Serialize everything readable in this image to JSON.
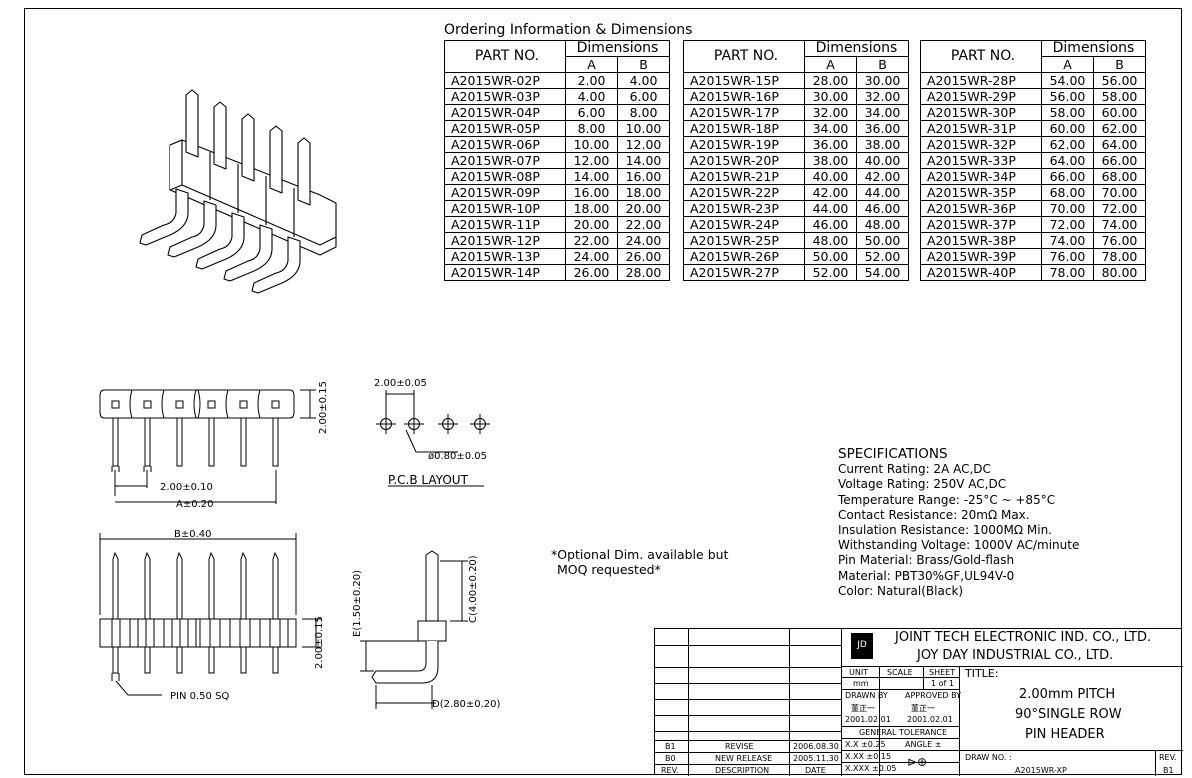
{
  "ordering": {
    "title": "Ordering Information & Dimensions",
    "col_part": "PART NO.",
    "col_dims": "Dimensions",
    "col_a": "A",
    "col_b": "B",
    "rows": [
      [
        "A2015WR-02P",
        "2.00",
        "4.00"
      ],
      [
        "A2015WR-03P",
        "4.00",
        "6.00"
      ],
      [
        "A2015WR-04P",
        "6.00",
        "8.00"
      ],
      [
        "A2015WR-05P",
        "8.00",
        "10.00"
      ],
      [
        "A2015WR-06P",
        "10.00",
        "12.00"
      ],
      [
        "A2015WR-07P",
        "12.00",
        "14.00"
      ],
      [
        "A2015WR-08P",
        "14.00",
        "16.00"
      ],
      [
        "A2015WR-09P",
        "16.00",
        "18.00"
      ],
      [
        "A2015WR-10P",
        "18.00",
        "20.00"
      ],
      [
        "A2015WR-11P",
        "20.00",
        "22.00"
      ],
      [
        "A2015WR-12P",
        "22.00",
        "24.00"
      ],
      [
        "A2015WR-13P",
        "24.00",
        "26.00"
      ],
      [
        "A2015WR-14P",
        "26.00",
        "28.00"
      ],
      [
        "A2015WR-15P",
        "28.00",
        "30.00"
      ],
      [
        "A2015WR-16P",
        "30.00",
        "32.00"
      ],
      [
        "A2015WR-17P",
        "32.00",
        "34.00"
      ],
      [
        "A2015WR-18P",
        "34.00",
        "36.00"
      ],
      [
        "A2015WR-19P",
        "36.00",
        "38.00"
      ],
      [
        "A2015WR-20P",
        "38.00",
        "40.00"
      ],
      [
        "A2015WR-21P",
        "40.00",
        "42.00"
      ],
      [
        "A2015WR-22P",
        "42.00",
        "44.00"
      ],
      [
        "A2015WR-23P",
        "44.00",
        "46.00"
      ],
      [
        "A2015WR-24P",
        "46.00",
        "48.00"
      ],
      [
        "A2015WR-25P",
        "48.00",
        "50.00"
      ],
      [
        "A2015WR-26P",
        "50.00",
        "52.00"
      ],
      [
        "A2015WR-27P",
        "52.00",
        "54.00"
      ],
      [
        "A2015WR-28P",
        "54.00",
        "56.00"
      ],
      [
        "A2015WR-29P",
        "56.00",
        "58.00"
      ],
      [
        "A2015WR-30P",
        "58.00",
        "60.00"
      ],
      [
        "A2015WR-31P",
        "60.00",
        "62.00"
      ],
      [
        "A2015WR-32P",
        "62.00",
        "64.00"
      ],
      [
        "A2015WR-33P",
        "64.00",
        "66.00"
      ],
      [
        "A2015WR-34P",
        "66.00",
        "68.00"
      ],
      [
        "A2015WR-35P",
        "68.00",
        "70.00"
      ],
      [
        "A2015WR-36P",
        "70.00",
        "72.00"
      ],
      [
        "A2015WR-37P",
        "72.00",
        "74.00"
      ],
      [
        "A2015WR-38P",
        "74.00",
        "76.00"
      ],
      [
        "A2015WR-39P",
        "76.00",
        "78.00"
      ],
      [
        "A2015WR-40P",
        "78.00",
        "80.00"
      ]
    ]
  },
  "dims": {
    "h015_top": "2.00±0.15",
    "pitch_pcb": "2.00±0.05",
    "hole": "ø0.80±0.05",
    "pcb_label": "P.C.B LAYOUT",
    "pitch_010": "2.00±0.10",
    "a_tol": "A±0.20",
    "b_tol": "B±0.40",
    "h015_side": "2.00±0.15",
    "pin_sq": "PIN 0.50 SQ",
    "e_dim": "E(1.50±0.20)",
    "c_dim": "C(4.00±0.20)",
    "d_dim": "D(2.80±0.20)"
  },
  "optional_note": [
    "*Optional Dim. available but",
    "MOQ requested*"
  ],
  "specs": {
    "title": "SPECIFICATIONS",
    "lines": [
      "Current Rating: 2A AC,DC",
      "Voltage Rating: 250V AC,DC",
      "Temperature Range: -25°C ~ +85°C",
      "Contact Resistance: 20mΩ Max.",
      "Insulation Resistance: 1000MΩ Min.",
      "Withstanding Voltage: 1000V AC/minute",
      "Pin Material: Brass/Gold-flash",
      "Material: PBT30%GF,UL94V-0",
      "Color: Natural(Black)"
    ]
  },
  "titleblock": {
    "company1": "JOINT TECH ELECTRONIC IND. CO., LTD.",
    "company2": "JOY DAY INDUSTRIAL CO., LTD.",
    "logo_text": "JD",
    "unit": "UNIT",
    "unit_val": "mm",
    "scale": "SCALE",
    "sheet": "SHEET",
    "sheet_val": "1 of 1",
    "title_label": "TITLE:",
    "title_lines": [
      "2.00mm PITCH",
      "90°SINGLE ROW",
      "PIN HEADER"
    ],
    "drawn_by": "DRAWN BY",
    "approved_by": "APPROVED BY",
    "drawn_name": "董正一",
    "approved_name": "董正一",
    "drawn_date": "2001.02.01",
    "approved_date": "2001.02.01",
    "general_tol": "GENERAL TOLERANCE",
    "tol1": "X.X ±0.25",
    "tol2": "X.XX ±0.15",
    "tol3": "X.XXX ±0.05",
    "angle": "ANGLE ±",
    "drawn_no_label": "DRAW NO. :",
    "drawn_no": "A2015WR-XP",
    "rev_label": "REV.",
    "rev_val": "B1",
    "revisions": [
      {
        "rev": "B1",
        "desc": "REVISE",
        "date": "2006.08.30"
      },
      {
        "rev": "B0",
        "desc": "NEW RELEASE",
        "date": "2005.11.30"
      }
    ],
    "rev_col": "REV.",
    "desc_col": "DESCRIPTION",
    "date_col": "DATE"
  }
}
